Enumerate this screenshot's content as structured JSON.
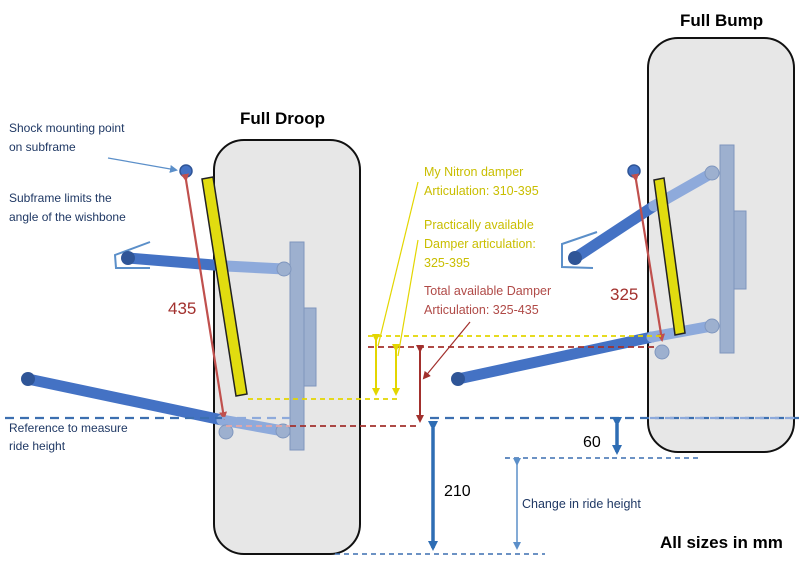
{
  "headings": {
    "full_droop": "Full Droop",
    "full_bump": "Full Bump",
    "units_note": "All sizes in mm"
  },
  "left_notes": {
    "shock_mount_line1": "Shock mounting point",
    "shock_mount_line2": "on subframe",
    "subframe_line1": "Subframe limits the",
    "subframe_line2": "angle of the wishbone",
    "reference_line1": "Reference to measure",
    "reference_line2": "ride height"
  },
  "articulation_notes": {
    "nitron_line1": "My Nitron damper",
    "nitron_line2": "Articulation: 310-395",
    "practical_line1": "Practically available",
    "practical_line2": "Damper articulation:",
    "practical_line3": "325-395",
    "total_line1": "Total available Damper",
    "total_line2": "Articulation: 325-435"
  },
  "dimensions": {
    "droop_length": "435",
    "bump_length": "325",
    "bump_drop": "60",
    "ride_height": "210",
    "change_label": "Change in ride height"
  },
  "colors": {
    "wheel_fill": "#e7e7e7",
    "wishbone": "#4472c4",
    "wishbone_light": "#8eaadb",
    "upright": "#9db0cf",
    "damper": "#e1dc10",
    "red": "#c0504d",
    "dark_red": "#a2302d",
    "yellow_line": "#e3d600",
    "blue_dim": "#2e6db4"
  }
}
